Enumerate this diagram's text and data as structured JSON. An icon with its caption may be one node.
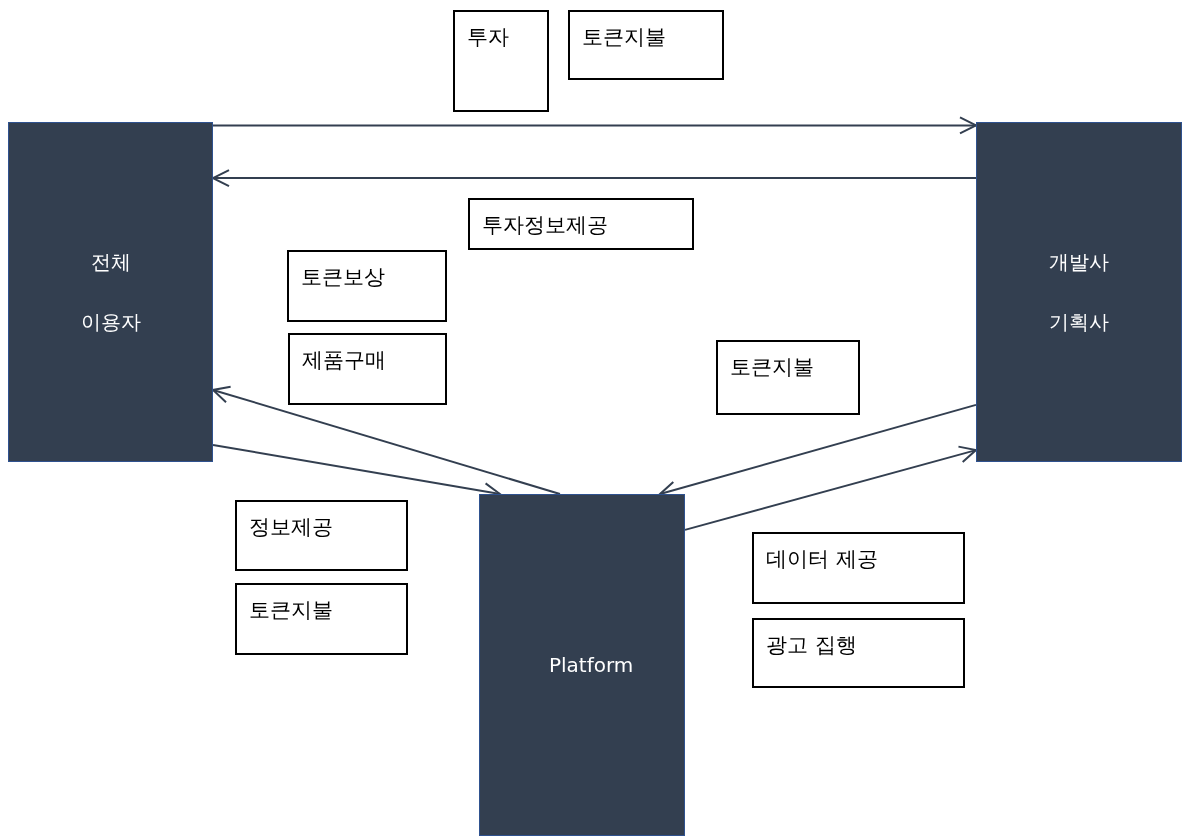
{
  "diagram": {
    "nodes": [
      {
        "text": [
          "투자"
        ]
      },
      {
        "text": [
          "토큰지불"
        ]
      },
      {
        "text": [
          "전체 이용자"
        ]
      },
      {
        "text": [
          "개발사 기획사"
        ]
      },
      {
        "text": [
          "투자정보제공"
        ]
      },
      {
        "text": [
          "토큰보상"
        ]
      },
      {
        "text": [
          "제품구매"
        ]
      },
      {
        "text": [
          "토큰지불"
        ]
      },
      {
        "text": [
          "정보제공"
        ]
      },
      {
        "text": [
          "토큰지불"
        ]
      },
      {
        "text": [
          "데이터 제공"
        ]
      },
      {
        "text": [
          "광고 집행"
        ]
      },
      {
        "text": [
          "Platform"
        ]
      }
    ],
    "edges": [
      {
        "from": 2,
        "to": 3,
        "arrow": "to"
      },
      {
        "from": 3,
        "to": 2,
        "arrow": "to"
      },
      {
        "from": 12,
        "to": 2,
        "arrow": "to"
      },
      {
        "from": 2,
        "to": 12,
        "arrow": "to"
      },
      {
        "from": 3,
        "to": 12,
        "arrow": "to"
      },
      {
        "from": 12,
        "to": 3,
        "arrow": "to"
      }
    ]
  }
}
